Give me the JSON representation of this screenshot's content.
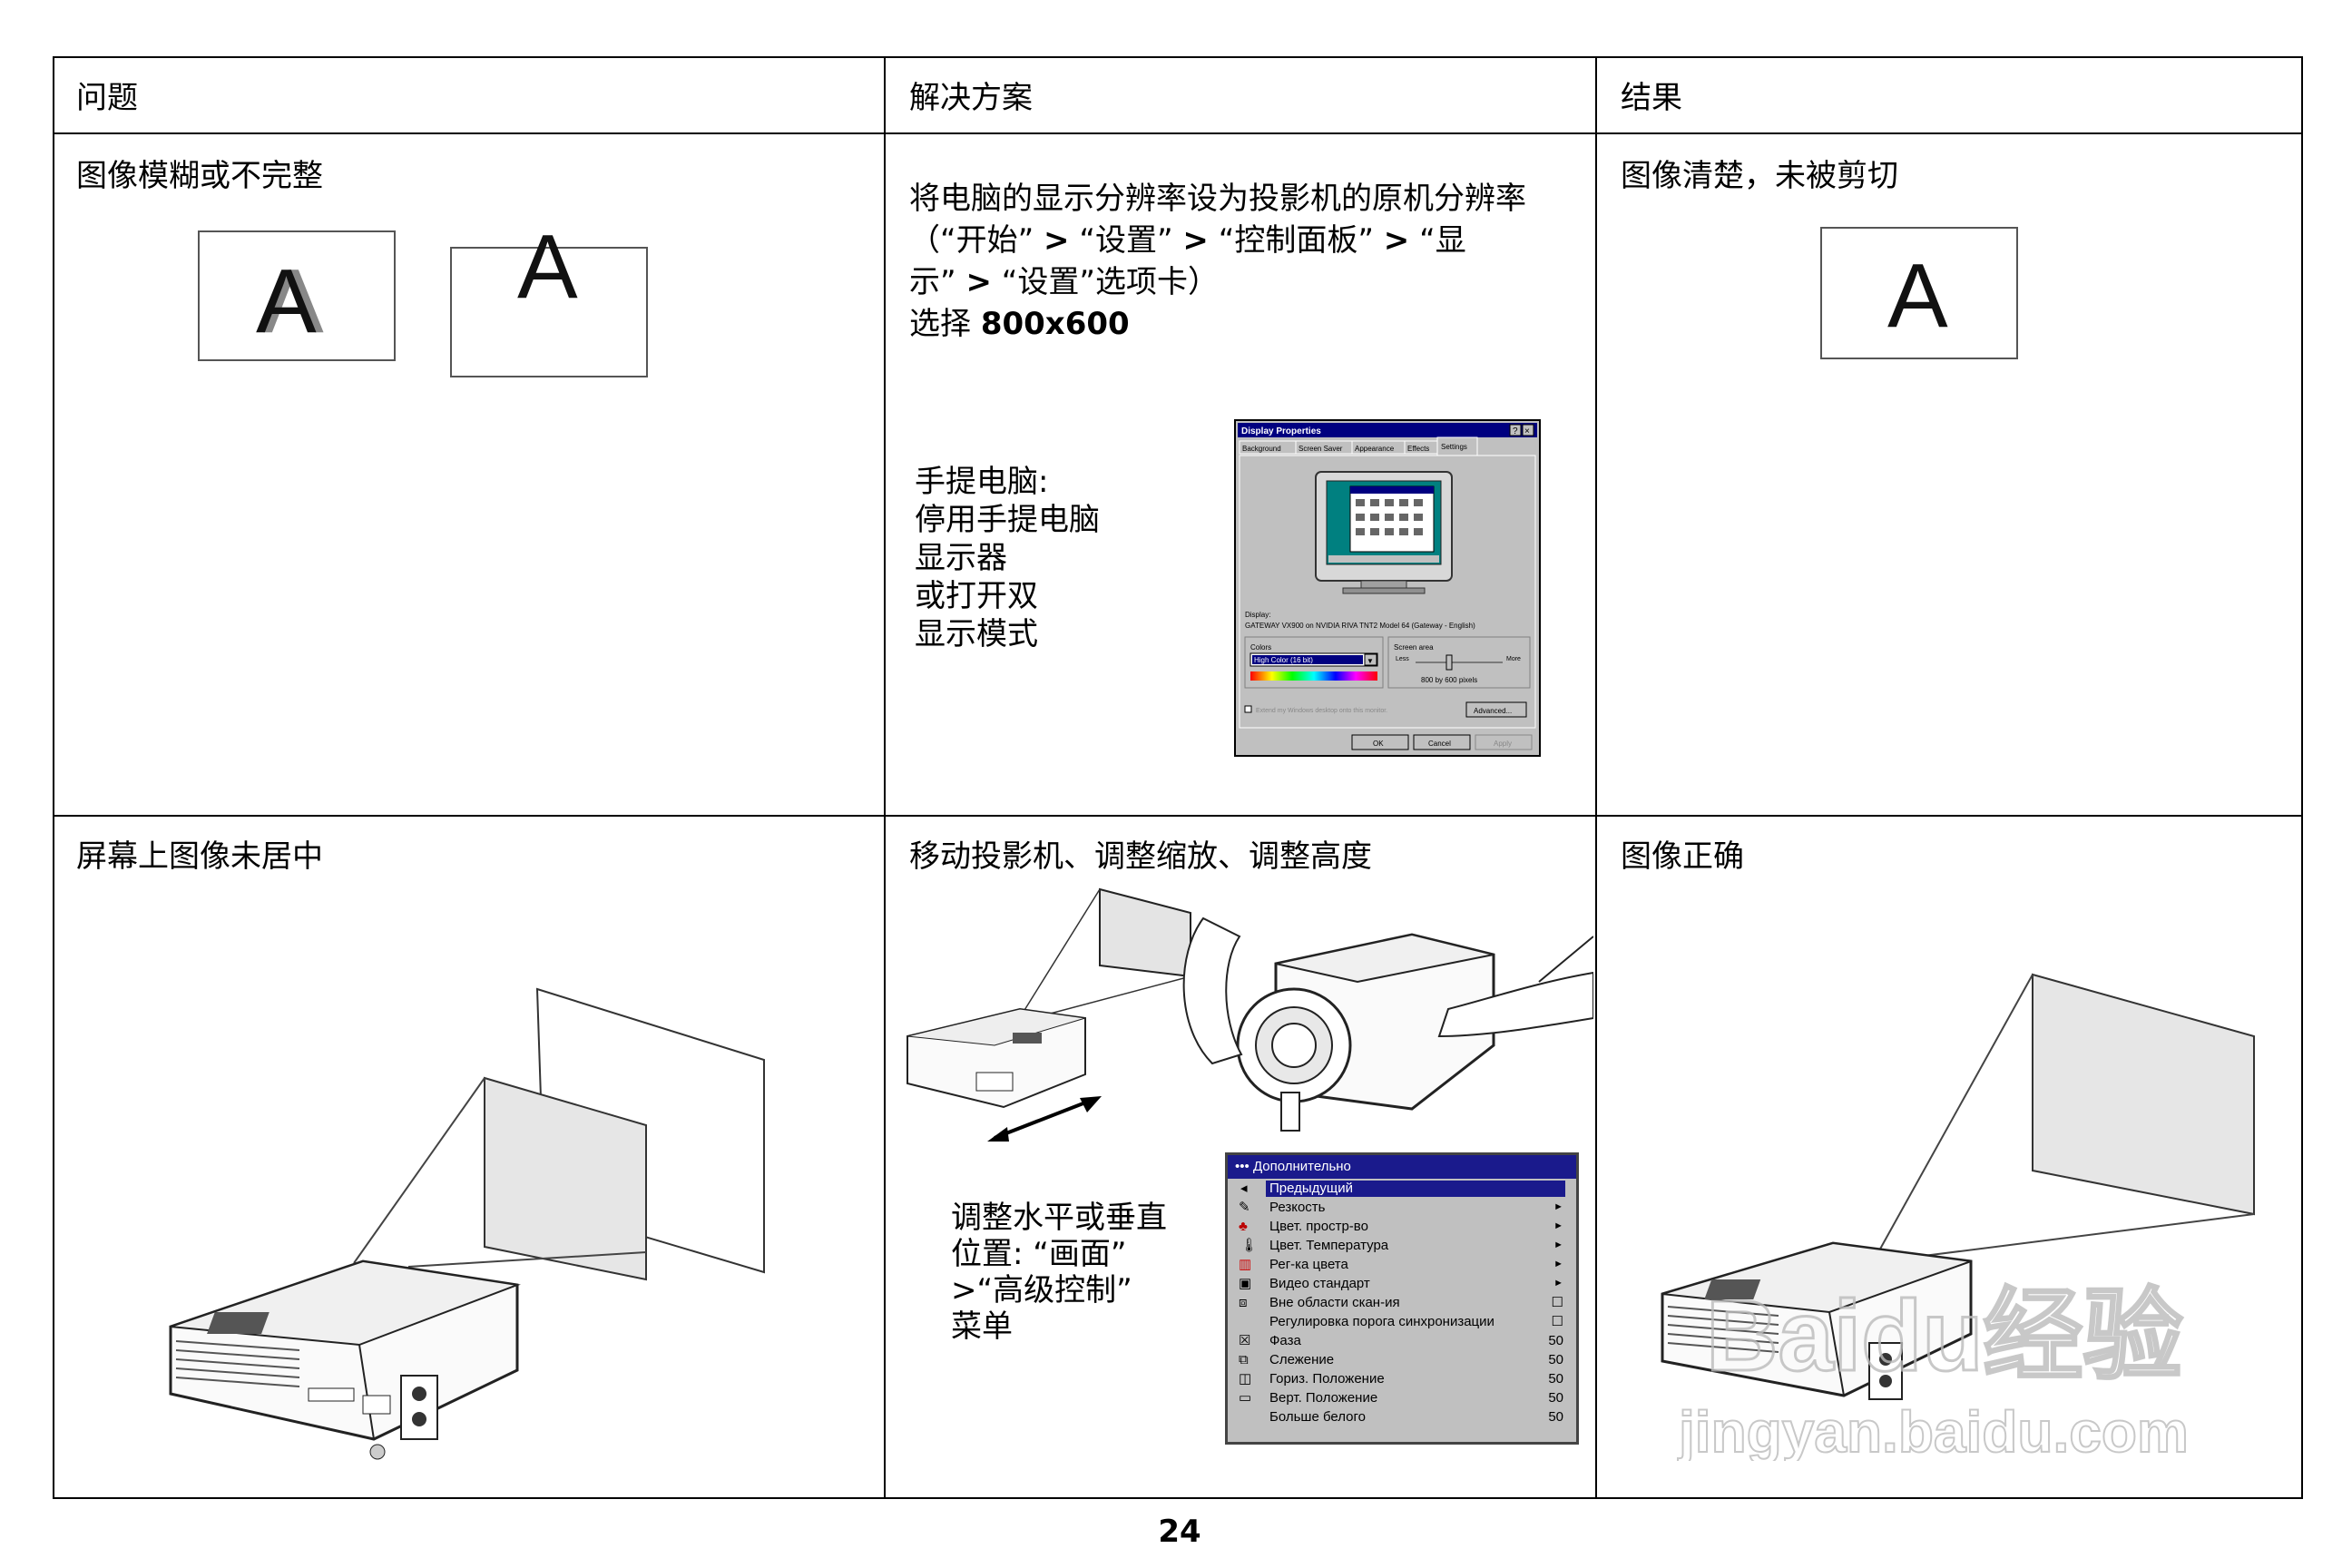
{
  "table": {
    "headers": {
      "problem": "问题",
      "solution": "解决方案",
      "result": "结果"
    },
    "row1": {
      "problem": "图像模糊或不完整",
      "solution_line1": "将电脑的显示分辨率设为投影机的原机分辨率",
      "solution_line2a": "（“开始”",
      "gt": ">",
      "solution_line2b": "“设置”",
      "solution_line2c": "“控制面板”",
      "solution_line2d": "“显",
      "solution_line3a": "示”",
      "solution_line3b": "“设置”选项卡）",
      "select_prefix": "选择",
      "select_value": "800x600",
      "laptop_note": [
        "手提电脑:",
        "停用手提电脑",
        "显示器",
        "或打开双",
        "显示模式"
      ],
      "result": "图像清楚，未被剪切",
      "letter": "A"
    },
    "row2": {
      "problem": "屏幕上图像未居中",
      "solution": "移动投影机、调整缩放、调整高度",
      "adjust_note": [
        "调整水平或垂直",
        "位置: “画面”",
        ">“高级控制”",
        "菜单"
      ],
      "result": "图像正确"
    }
  },
  "dialog": {
    "title": "Display Properties",
    "tabs": [
      "Background",
      "Screen Saver",
      "Appearance",
      "Effects",
      "Settings"
    ],
    "display_label": "Display:",
    "display_value": "GATEWAY VX900 on NVIDIA RIVA TNT2 Model 64 (Gateway - English)",
    "colors_label": "Colors",
    "colors_value": "High Color (16 bit)",
    "screen_area_label": "Screen area",
    "less": "Less",
    "more": "More",
    "resolution": "800 by 600 pixels",
    "extend_checkbox": "Extend my Windows desktop onto this monitor.",
    "advanced": "Advanced...",
    "ok": "OK",
    "cancel": "Cancel",
    "apply": "Apply"
  },
  "osd_menu": {
    "title": "Дополнительно",
    "items": [
      {
        "label": "Предыдущий",
        "value": ""
      },
      {
        "label": "Резкость",
        "value": "►"
      },
      {
        "label": "Цвет. простр-во",
        "value": "►"
      },
      {
        "label": "Цвет. Температура",
        "value": "►"
      },
      {
        "label": "Рег-ка цвета",
        "value": "►"
      },
      {
        "label": "Видео стандарт",
        "value": "►"
      },
      {
        "label": "Вне области скан-ия",
        "value": "☐"
      },
      {
        "label": "Регулировка порога синхронизации",
        "value": "☐"
      },
      {
        "label": "Фаза",
        "value": "50"
      },
      {
        "label": "Слежение",
        "value": "50"
      },
      {
        "label": "Гориз. Положение",
        "value": "50"
      },
      {
        "label": "Верт. Положение",
        "value": "50"
      },
      {
        "label": "Больше белого",
        "value": "50"
      }
    ]
  },
  "watermark": {
    "brand": "Baidu经验",
    "url": "jingyan.baidu.com"
  },
  "page_number": "24"
}
